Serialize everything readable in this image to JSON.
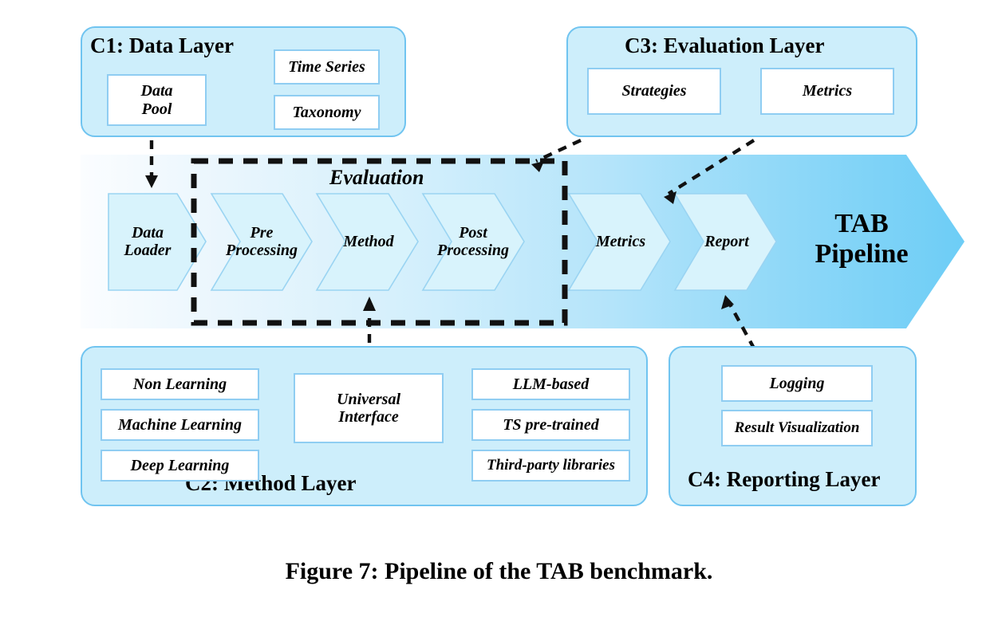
{
  "figure": {
    "caption": "Figure 7: Pipeline of the TAB benchmark.",
    "colors": {
      "panel_fill": "#CDEEFB",
      "panel_border": "#70C4F0",
      "box_border": "#8FCDF2",
      "box_fill": "#FFFFFF",
      "band_start": "#F6FBFE",
      "band_end": "#6DCDF6",
      "chevron_fill": "#D8F3FC",
      "chevron_border": "#9AD4F2",
      "dashed_line": "#000000"
    }
  },
  "layers": {
    "c1": {
      "title": "C1: Data Layer",
      "boxes": [
        {
          "label": "Data\nPool",
          "name": "data-pool"
        },
        {
          "label": "Time Series",
          "name": "time-series"
        },
        {
          "label": "Taxonomy",
          "name": "taxonomy"
        }
      ]
    },
    "c3": {
      "title": "C3: Evaluation Layer",
      "boxes": [
        {
          "label": "Strategies",
          "name": "strategies"
        },
        {
          "label": "Metrics",
          "name": "metrics"
        }
      ]
    },
    "c2": {
      "title": "C2: Method Layer",
      "boxes": [
        {
          "label": "Non Learning",
          "name": "non-learning"
        },
        {
          "label": "Machine Learning",
          "name": "machine-learning"
        },
        {
          "label": "Deep Learning",
          "name": "deep-learning"
        },
        {
          "label": "Universal\nInterface",
          "name": "universal-interface"
        },
        {
          "label": "LLM-based",
          "name": "llm-based"
        },
        {
          "label": "TS pre-trained",
          "name": "ts-pre-trained"
        },
        {
          "label": "Third-party libraries",
          "name": "third-party-libraries"
        }
      ]
    },
    "c4": {
      "title": "C4: Reporting Layer",
      "boxes": [
        {
          "label": "Logging",
          "name": "logging"
        },
        {
          "label": "Result Visualization",
          "name": "result-visualization"
        }
      ]
    }
  },
  "pipeline": {
    "band_label": "TAB\nPipeline",
    "eval_group_label": "Evaluation",
    "stages": [
      {
        "label": "Data\nLoader",
        "name": "data-loader"
      },
      {
        "label": "Pre\nProcessing",
        "name": "pre-processing"
      },
      {
        "label": "Method",
        "name": "method"
      },
      {
        "label": "Post\nProcessing",
        "name": "post-processing"
      },
      {
        "label": "Metrics",
        "name": "metrics"
      },
      {
        "label": "Report",
        "name": "report"
      }
    ]
  }
}
